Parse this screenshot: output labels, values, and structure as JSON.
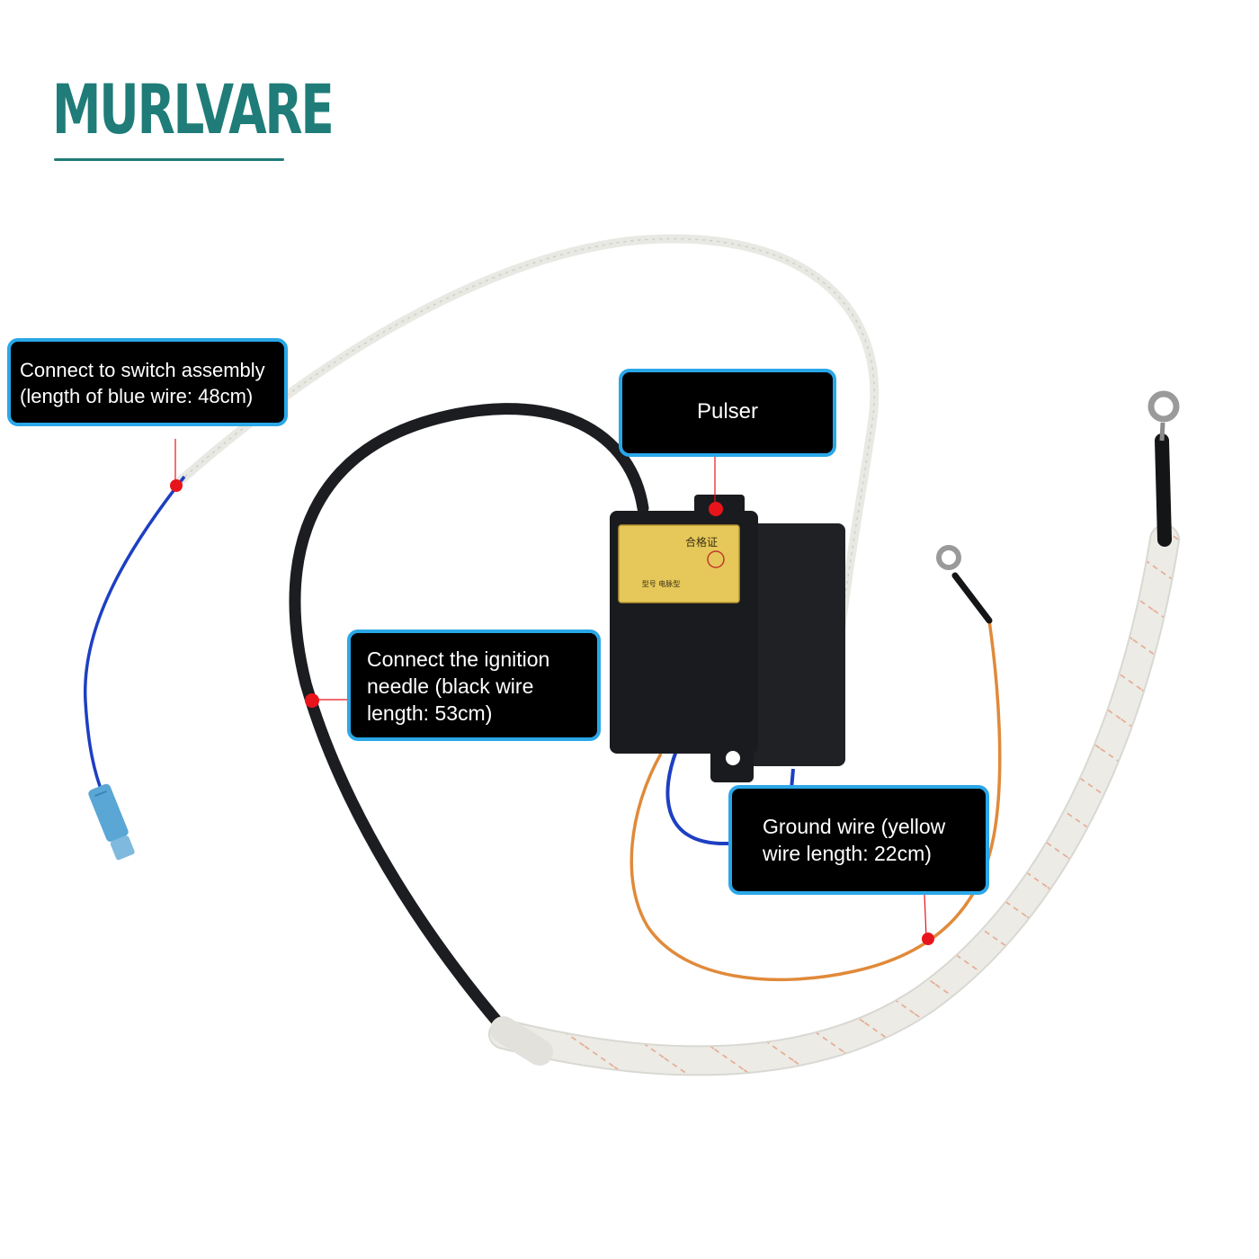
{
  "brand": {
    "logo_text": "MURLVARE",
    "color": "#1f7c78"
  },
  "callouts": {
    "switch": {
      "line1": "Connect to switch assembly",
      "line2": "(length of blue wire: 48cm)"
    },
    "pulser": {
      "label": "Pulser"
    },
    "needle": {
      "line1": "Connect the ignition",
      "line2": "needle (black wire",
      "line3": "length: 53cm)"
    },
    "ground": {
      "line1": "Ground wire (yellow",
      "line2": "wire length: 22cm)"
    }
  },
  "pulser_label_text": {
    "line1": "合格证",
    "line2": "型号    电脉型"
  },
  "colors": {
    "callout_border": "#2aa7e8",
    "callout_bg": "#000000",
    "marker": "#e8141c",
    "blue_wire": "#1d3fc2",
    "black_wire": "#1b1d20",
    "orange_wire": "#e08a3a",
    "white_wire": "#e7e7e2",
    "module_body": "#1a1b1e",
    "sticker": "#e6c85a"
  }
}
